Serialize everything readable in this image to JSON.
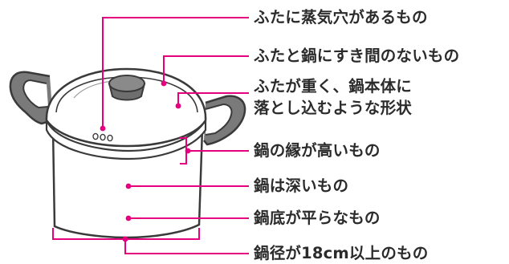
{
  "colors": {
    "accent": "#e6007e",
    "outline": "#3a3a3a",
    "handle": "#7a7a7a",
    "knob": "#6e6e6e",
    "text": "#2b2b2b"
  },
  "labels": [
    {
      "id": "lid-vent",
      "text": "ふたに蒸気穴があるもの"
    },
    {
      "id": "tight-lid",
      "text": "ふたと鍋にすき間のないもの"
    },
    {
      "id": "heavy-lid",
      "lines": [
        "ふたが重く、鍋本体に",
        "落とし込むような形状"
      ]
    },
    {
      "id": "high-rim",
      "text": "鍋の縁が高いもの"
    },
    {
      "id": "deep-pot",
      "text": "鍋は深いもの"
    },
    {
      "id": "flat-bottom",
      "text": "鍋底が平らなもの"
    },
    {
      "id": "diameter",
      "text": "鍋径が18cm以上のもの"
    }
  ]
}
